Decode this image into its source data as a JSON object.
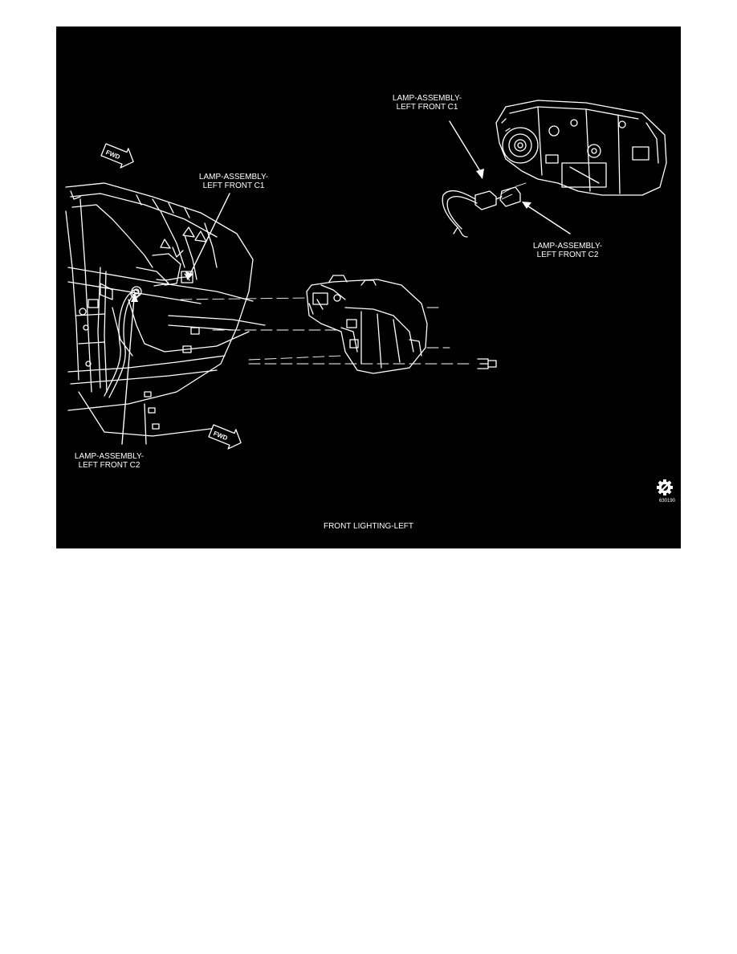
{
  "labels": {
    "c1_right": [
      "LAMP-ASSEMBLY-",
      "LEFT FRONT C1"
    ],
    "c1_left": [
      "LAMP-ASSEMBLY-",
      "LEFT FRONT C1"
    ],
    "c2_right": [
      "LAMP-ASSEMBLY-",
      "LEFT FRONT C2"
    ],
    "c2_left": [
      "LAMP-ASSEMBLY-",
      "LEFT FRONT C2"
    ]
  },
  "fwd_arrows": [
    "FWD",
    "FWD"
  ],
  "caption": "FRONT LIGHTING-LEFT",
  "figure_number": "630190",
  "icons": {
    "gear": "gear-icon"
  },
  "colors": {
    "background": "#000000",
    "linework": "#ffffff",
    "page": "#ffffff"
  }
}
